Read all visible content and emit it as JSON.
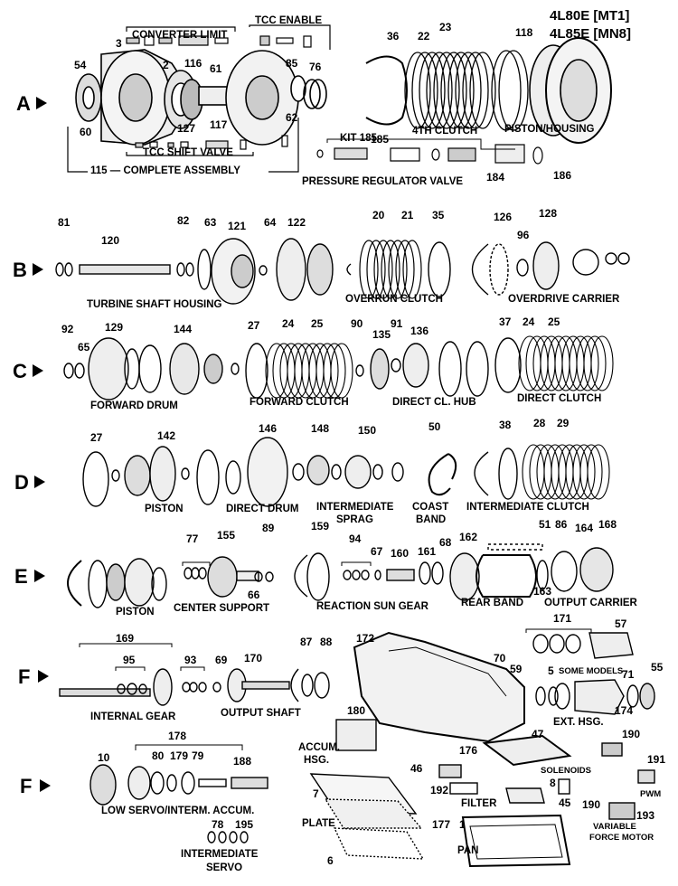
{
  "models": [
    "4L80E [MT1]",
    "4L85E [MN8]"
  ],
  "rows": [
    "A",
    "B",
    "C",
    "D",
    "E",
    "F",
    "F"
  ],
  "captions": {
    "converter_limit": "CONVERTER LIMIT",
    "tcc_enable": "TCC ENABLE",
    "tcc_shift_valve": "TCC SHIFT VALVE",
    "complete_assembly": "115 — COMPLETE  ASSEMBLY",
    "fourth_clutch": "4TH CLUTCH",
    "piston_housing": "PISTON/HOUSING",
    "kit_185": "KIT 185",
    "pressure_regulator_valve": "PRESSURE REGULATOR VALVE",
    "turbine_shaft_housing": "TURBINE SHAFT HOUSING",
    "overrun_clutch": "OVERRUN CLUTCH",
    "overdrive_carrier": "OVERDRIVE CARRIER",
    "forward_drum": "FORWARD DRUM",
    "forward_clutch": "FORWARD CLUTCH",
    "direct_cl_hub": "DIRECT CL. HUB",
    "direct_clutch": "DIRECT CLUTCH",
    "piston_d": "PISTON",
    "direct_drum": "DIRECT DRUM",
    "intermediate_sprag_1": "INTERMEDIATE",
    "intermediate_sprag_2": "SPRAG",
    "coast_band_1": "COAST",
    "coast_band_2": "BAND",
    "intermediate_clutch": "INTERMEDIATE CLUTCH",
    "piston_e": "PISTON",
    "center_support": "CENTER SUPPORT",
    "reaction_sun_gear": "REACTION SUN GEAR",
    "rear_band": "REAR BAND",
    "output_carrier": "OUTPUT CARRIER",
    "internal_gear": "INTERNAL GEAR",
    "output_shaft": "OUTPUT SHAFT",
    "some_models": "SOME MODELS",
    "ext_hsg": "EXT. HSG.",
    "accum_hsg_1": "ACCUM.",
    "accum_hsg_2": "HSG.",
    "solenoids": "SOLENOIDS",
    "pwm": "PWM",
    "filter": "FILTER",
    "plate": "PLATE",
    "pan": "PAN",
    "variable_force_motor_1": "VARIABLE",
    "variable_force_motor_2": "FORCE MOTOR",
    "low_servo": "LOW SERVO/INTERM. ACCUM.",
    "intermediate_servo_1": "INTERMEDIATE",
    "intermediate_servo_2": "SERVO"
  },
  "callouts": {
    "a": [
      "3",
      "2",
      "116",
      "54",
      "60",
      "127",
      "61",
      "117",
      "85",
      "76",
      "62",
      "36",
      "22",
      "23",
      "118"
    ],
    "a_valve": [
      "185",
      "184",
      "186"
    ],
    "b": [
      "81",
      "120",
      "82",
      "63",
      "121",
      "64",
      "122",
      "20",
      "21",
      "35",
      "126",
      "96",
      "128"
    ],
    "c": [
      "92",
      "65",
      "129",
      "144",
      "27",
      "24",
      "25",
      "90",
      "135",
      "91",
      "136",
      "37",
      "24",
      "25"
    ],
    "d": [
      "27",
      "142",
      "146",
      "148",
      "150",
      "50",
      "38",
      "28",
      "29"
    ],
    "e": [
      "77",
      "155",
      "89",
      "66",
      "159",
      "94",
      "67",
      "160",
      "161",
      "68",
      "162",
      "51",
      "86",
      "164",
      "168",
      "163"
    ],
    "f1": [
      "169",
      "95",
      "93",
      "69",
      "170",
      "87",
      "88",
      "172",
      "171",
      "57",
      "70",
      "59",
      "5",
      "71",
      "55",
      "174",
      "47",
      "190"
    ],
    "f2": [
      "178",
      "10",
      "80",
      "179",
      "79",
      "188",
      "180",
      "176",
      "7",
      "46",
      "192",
      "8",
      "45",
      "190",
      "191",
      "193",
      "177",
      "1",
      "6",
      "78",
      "195"
    ]
  }
}
